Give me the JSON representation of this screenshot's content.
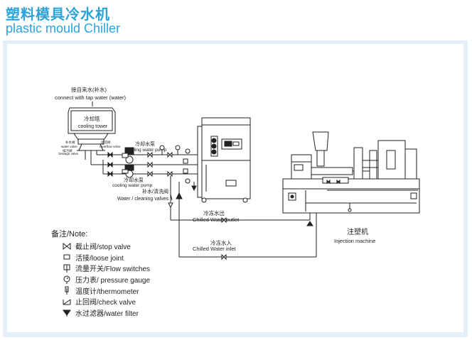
{
  "title_cn": "塑料模具冷水机",
  "title_en": "plastic mould Chiller",
  "labels": {
    "tap_water_cn": "接自来水(补水)",
    "tap_water_en": "connect with tap water (water)",
    "cooling_tower_cn": "冷却塔",
    "cooling_tower_en": "cooling tower",
    "small_label_1": "补水阀",
    "small_label_2": "water valve",
    "small_label_3": "排污阀",
    "small_label_4": "Sewage valve",
    "small_label_5": "溢流阀",
    "small_label_6": "Overflow valve",
    "pump1_cn": "冷却水泵",
    "pump1_en": "cooling water pump",
    "pump2_cn": "冷却水泵",
    "pump2_en": "cooling water pump",
    "cleaning_cn": "补水/清洗阀",
    "cleaning_en": "Water / cleaning valves",
    "outlet_cn": "冷冻水出",
    "outlet_en": "Chilled Water outlet",
    "inlet_cn": "冷冻水入",
    "inlet_en": "Chilled Water inlet",
    "injection_cn": "注塑机",
    "injection_en": "Injection machine"
  },
  "legend": {
    "title": "备注/Note:",
    "items": [
      {
        "icon": "stop-valve-icon",
        "label": "截止阀/stop valve"
      },
      {
        "icon": "loose-joint-icon",
        "label": "活接/loose joint"
      },
      {
        "icon": "flow-switch-icon",
        "label": "流量开关/Flow switches"
      },
      {
        "icon": "pressure-gauge-icon",
        "label": "压力表/ pressure gauge"
      },
      {
        "icon": "thermometer-icon",
        "label": "温度计/thermometer"
      },
      {
        "icon": "check-valve-icon",
        "label": "止回阀/check valve"
      },
      {
        "icon": "water-filter-icon",
        "label": "水过滤器/water filter"
      }
    ]
  }
}
